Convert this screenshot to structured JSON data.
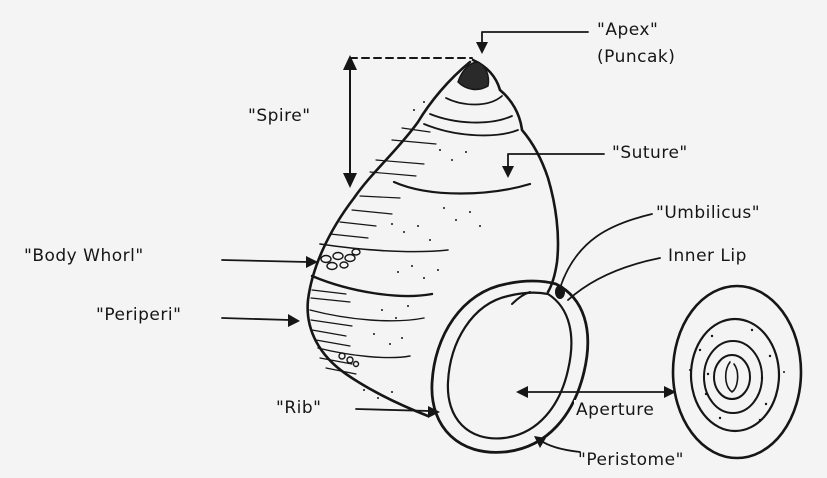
{
  "labels": {
    "apex": "\"Apex\"",
    "puncak": "(Puncak)",
    "spire": "\"Spire\"",
    "suture": "\"Suture\"",
    "umbilicus": "\"Umbilicus\"",
    "inner_lip": "Inner Lip",
    "body_whorl": "\"Body Whorl\"",
    "periperi": "\"Periperi\"",
    "rib": "\"Rib\"",
    "aperture": "Aperture",
    "peristome": "\"Peristome\""
  },
  "colors": {
    "ink": "#161616",
    "paper": "#f4f4f4"
  }
}
